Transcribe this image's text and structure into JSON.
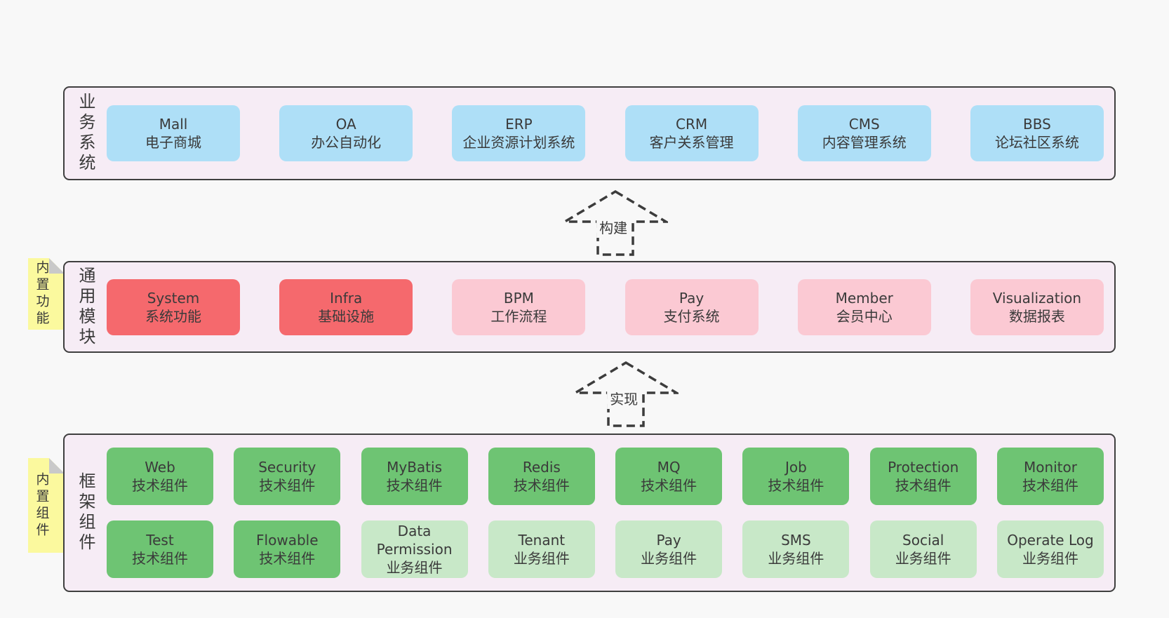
{
  "colors": {
    "canvas_bg": "#f8f8f8",
    "band_bg": "#f6ecf5",
    "band_border": "#3f3f3f",
    "blue": "#aedff7",
    "red": "#f5696d",
    "pink": "#fbc9d3",
    "green": "#6ec473",
    "light_green": "#c8e8c8",
    "note_yellow": "#fbf99e",
    "note_fold_gray": "#c9c9c9",
    "text": "#3a3a3a"
  },
  "arrows": [
    {
      "label": "构建"
    },
    {
      "label": "实现"
    }
  ],
  "bands": [
    {
      "label": "业务系统",
      "note": null,
      "rows": [
        [
          {
            "en": "Mall",
            "cn": "电子商城",
            "color": "blue"
          },
          {
            "en": "OA",
            "cn": "办公自动化",
            "color": "blue"
          },
          {
            "en": "ERP",
            "cn": "企业资源计划系统",
            "color": "blue"
          },
          {
            "en": "CRM",
            "cn": "客户关系管理",
            "color": "blue"
          },
          {
            "en": "CMS",
            "cn": "内容管理系统",
            "color": "blue"
          },
          {
            "en": "BBS",
            "cn": "论坛社区系统",
            "color": "blue"
          }
        ]
      ]
    },
    {
      "label": "通用模块",
      "note": "内置功能",
      "rows": [
        [
          {
            "en": "System",
            "cn": "系统功能",
            "color": "red"
          },
          {
            "en": "Infra",
            "cn": "基础设施",
            "color": "red"
          },
          {
            "en": "BPM",
            "cn": "工作流程",
            "color": "pink"
          },
          {
            "en": "Pay",
            "cn": "支付系统",
            "color": "pink"
          },
          {
            "en": "Member",
            "cn": "会员中心",
            "color": "pink"
          },
          {
            "en": "Visualization",
            "cn": "数据报表",
            "color": "pink"
          }
        ]
      ]
    },
    {
      "label": "框架组件",
      "note": "内置组件",
      "rows": [
        [
          {
            "en": "Web",
            "cn": "技术组件",
            "color": "green"
          },
          {
            "en": "Security",
            "cn": "技术组件",
            "color": "green"
          },
          {
            "en": "MyBatis",
            "cn": "技术组件",
            "color": "green"
          },
          {
            "en": "Redis",
            "cn": "技术组件",
            "color": "green"
          },
          {
            "en": "MQ",
            "cn": "技术组件",
            "color": "green"
          },
          {
            "en": "Job",
            "cn": "技术组件",
            "color": "green"
          },
          {
            "en": "Protection",
            "cn": "技术组件",
            "color": "green"
          },
          {
            "en": "Monitor",
            "cn": "技术组件",
            "color": "green"
          }
        ],
        [
          {
            "en": "Test",
            "cn": "技术组件",
            "color": "green"
          },
          {
            "en": "Flowable",
            "cn": "技术组件",
            "color": "green"
          },
          {
            "en": "Data Permission",
            "cn": "业务组件",
            "color": "lgreen"
          },
          {
            "en": "Tenant",
            "cn": "业务组件",
            "color": "lgreen"
          },
          {
            "en": "Pay",
            "cn": "业务组件",
            "color": "lgreen"
          },
          {
            "en": "SMS",
            "cn": "业务组件",
            "color": "lgreen"
          },
          {
            "en": "Social",
            "cn": "业务组件",
            "color": "lgreen"
          },
          {
            "en": "Operate Log",
            "cn": "业务组件",
            "color": "lgreen"
          }
        ]
      ]
    }
  ]
}
